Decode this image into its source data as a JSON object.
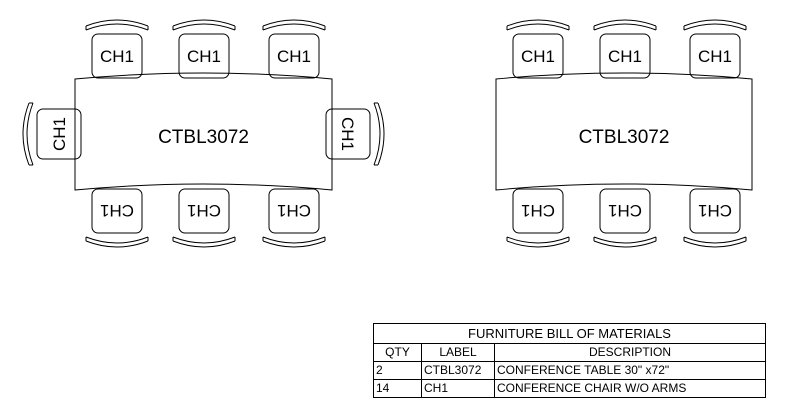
{
  "tables": [
    {
      "label": "CTBL3072",
      "chairs": [
        "CH1",
        "CH1",
        "CH1",
        "CH1",
        "CH1",
        "CH1",
        "CH1",
        "CH1"
      ]
    },
    {
      "label": "CTBL3072",
      "chairs": [
        "CH1",
        "CH1",
        "CH1",
        "CH1",
        "CH1",
        "CH1"
      ]
    }
  ],
  "bom": {
    "title": "FURNITURE BILL OF MATERIALS",
    "headers": {
      "qty": "QTY",
      "label": "LABEL",
      "description": "DESCRIPTION"
    },
    "rows": [
      {
        "qty": "2",
        "label": "CTBL3072",
        "description": "CONFERENCE TABLE 30\" x72\""
      },
      {
        "qty": "14",
        "label": "CH1",
        "description": "CONFERENCE CHAIR W/O ARMS"
      }
    ]
  }
}
